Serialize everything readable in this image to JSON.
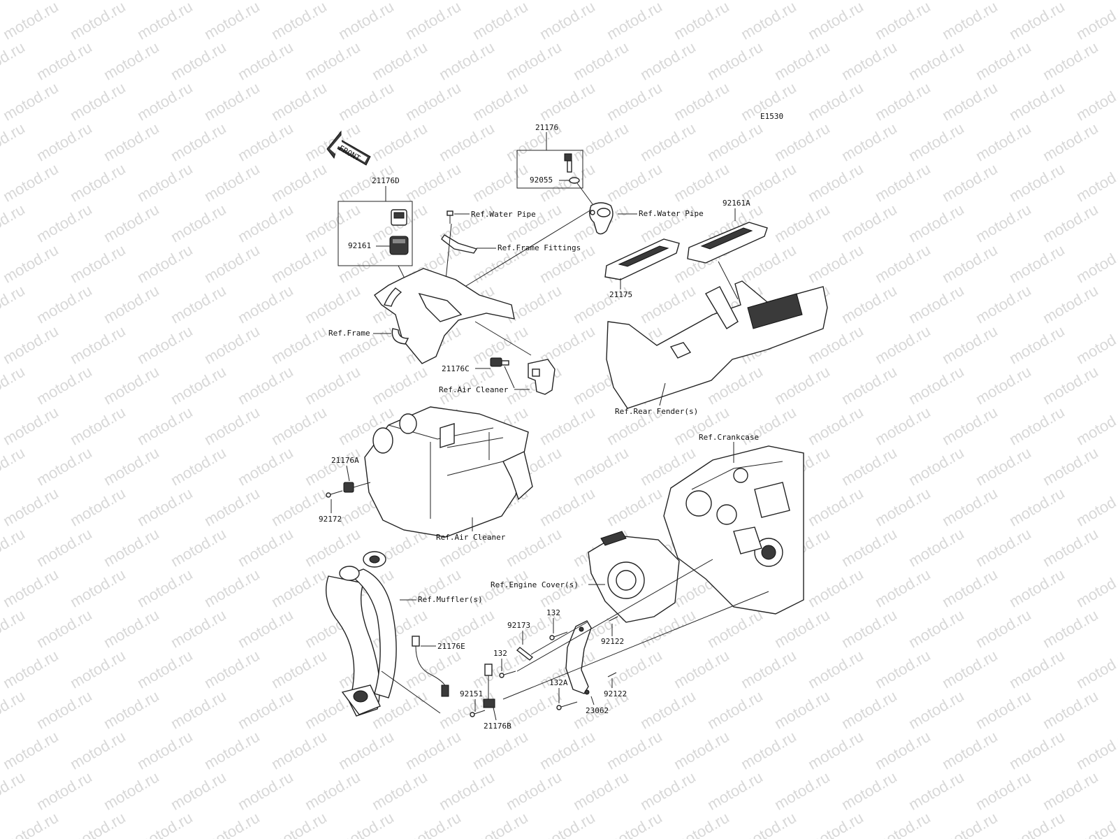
{
  "diagram": {
    "code": "E1530",
    "front_label": "FRONT",
    "watermark": "motod.ru",
    "callouts": {
      "p21176": "21176",
      "p92055": "92055",
      "p21176D": "21176D",
      "p92161": "92161",
      "p92161A": "92161A",
      "p21175": "21175",
      "p21176C": "21176C",
      "p21176A": "21176A",
      "p92172": "92172",
      "p21176E": "21176E",
      "p92151": "92151",
      "p21176B": "21176B",
      "p92173": "92173",
      "p132_top": "132",
      "p132_mid": "132",
      "p132A": "132A",
      "p23062": "23062",
      "p92122_top": "92122",
      "p92122_bot": "92122"
    },
    "references": {
      "water_pipe_left": "Ref.Water Pipe",
      "water_pipe_right": "Ref.Water Pipe",
      "frame_fittings": "Ref.Frame Fittings",
      "frame": "Ref.Frame",
      "air_cleaner_top": "Ref.Air Cleaner",
      "air_cleaner_bottom": "Ref.Air Cleaner",
      "rear_fender": "Ref.Rear Fender(s)",
      "crankcase": "Ref.Crankcase",
      "engine_cover": "Ref.Engine Cover(s)",
      "muffler": "Ref.Muffler(s)"
    }
  }
}
